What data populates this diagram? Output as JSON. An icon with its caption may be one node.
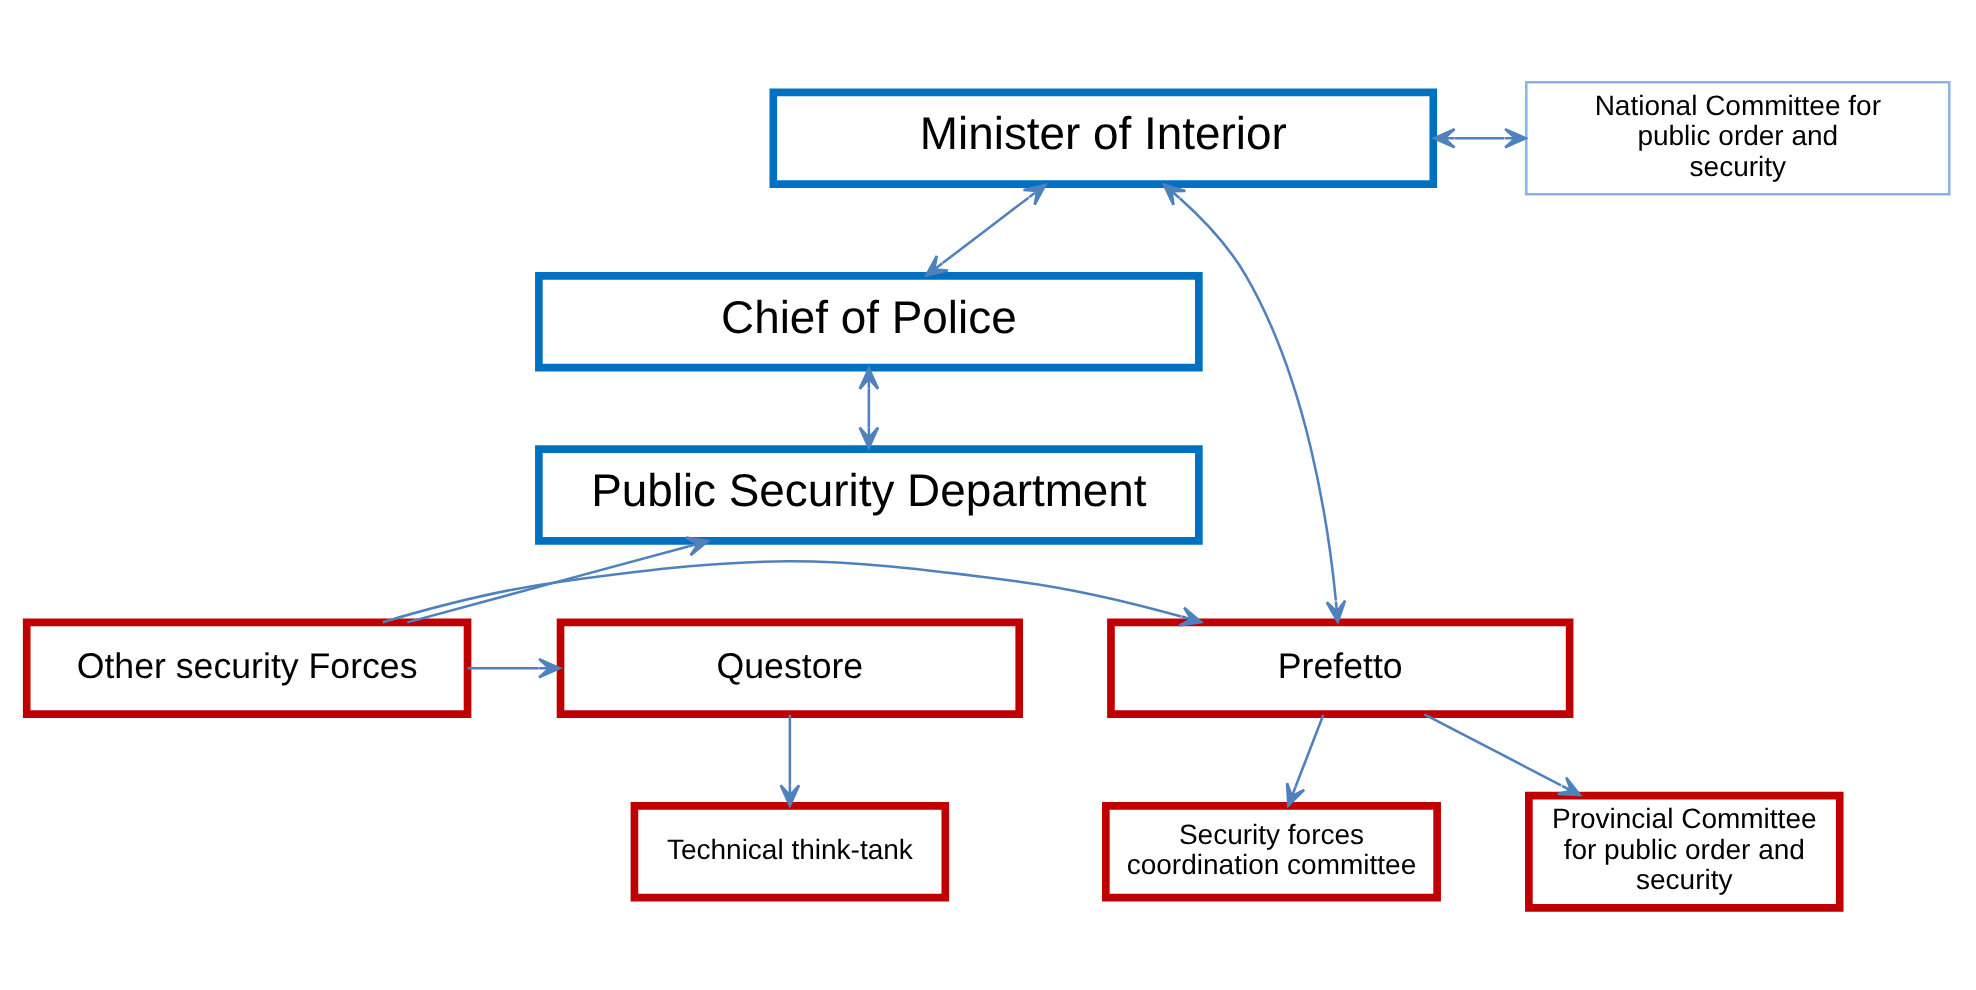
{
  "diagram": {
    "nodes": [
      {
        "text": [
          "Minister of Interior"
        ]
      },
      {
        "text": [
          "Chief of Police"
        ]
      },
      {
        "text": [
          "Public Security Department"
        ]
      },
      {
        "text": [
          "National Committee for public order and security"
        ]
      },
      {
        "text": [
          "Prefetto"
        ]
      },
      {
        "text": [
          "Other security Forces"
        ]
      },
      {
        "text": [
          "Questore"
        ]
      },
      {
        "text": [
          "Provincial Committee for public order and security"
        ]
      },
      {
        "text": [
          "Security forces coordination committee"
        ]
      },
      {
        "text": [
          "Technical think-tank"
        ]
      }
    ],
    "edges": [
      {
        "from": 0,
        "to": 1,
        "arrow": "both"
      },
      {
        "from": 1,
        "to": 2,
        "arrow": "both"
      },
      {
        "from": 0,
        "to": 3,
        "arrow": "both"
      },
      {
        "from": 0,
        "to": 4,
        "arrow": "both"
      },
      {
        "from": 5,
        "to": 2,
        "arrow": "to"
      },
      {
        "from": 5,
        "to": 4,
        "arrow": "to"
      },
      {
        "from": 5,
        "to": 6,
        "arrow": "to"
      },
      {
        "from": 4,
        "to": 7,
        "arrow": "to"
      },
      {
        "from": 4,
        "to": 8,
        "arrow": "to"
      },
      {
        "from": 6,
        "to": 9,
        "arrow": "to"
      }
    ]
  }
}
